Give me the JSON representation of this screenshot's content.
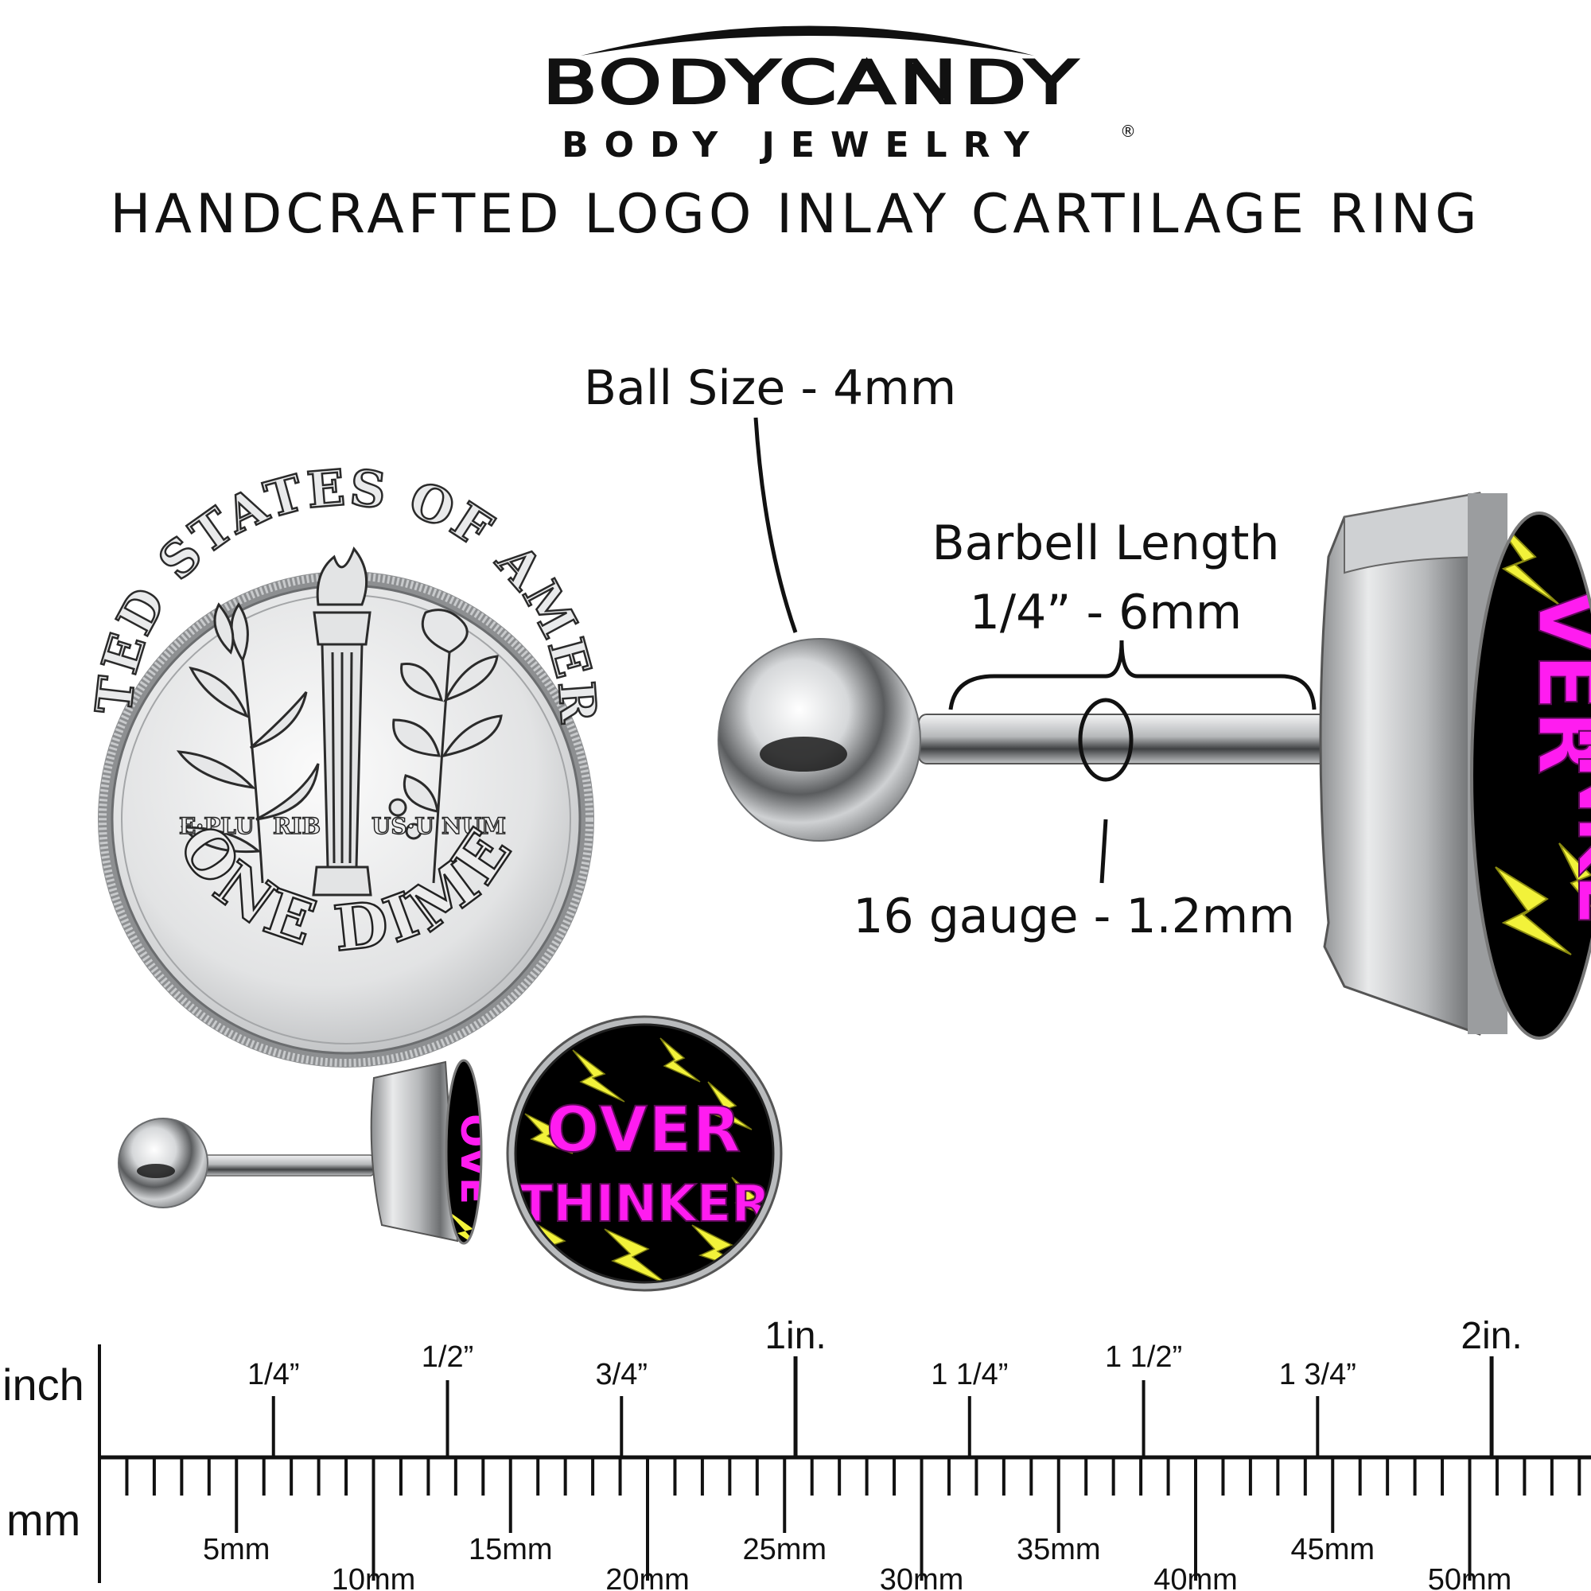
{
  "brand": {
    "name": "BODYCANDY",
    "tagline": "BODY JEWELRY",
    "registered": "®"
  },
  "product_title": "HANDCRAFTED LOGO INLAY CARTILAGE RING",
  "callouts": {
    "ball_size": "Ball Size - 4mm",
    "barbell_length_title": "Barbell Length",
    "barbell_length_value": "1/4” - 6mm",
    "gauge": "16 gauge - 1.2mm"
  },
  "dime": {
    "top_legend": "UNITED STATES OF AMERICA",
    "motto": [
      "E·PLU",
      "RIB",
      "US·U",
      "NUM"
    ],
    "denomination": "ONE DIME"
  },
  "logo_inlay": {
    "line1": "OVER",
    "line2": "THINKER",
    "colors": {
      "background": "#000000",
      "text": "#ff1cf0",
      "bolts": "#f2f23a"
    }
  },
  "ruler": {
    "inch_label": "inch",
    "mm_label": "mm",
    "inch_marks": [
      "1/4”",
      "1/2”",
      "3/4”",
      "1in.",
      "1 1/4”",
      "1 1/2”",
      "1 3/4”",
      "2in."
    ],
    "mm_marks": [
      "5mm",
      "10mm",
      "15mm",
      "20mm",
      "25mm",
      "30mm",
      "35mm",
      "40mm",
      "45mm",
      "50mm"
    ]
  },
  "colors": {
    "ink": "#111111",
    "steel": "#c9cbcd",
    "steel_dark": "#4a4c4e"
  }
}
